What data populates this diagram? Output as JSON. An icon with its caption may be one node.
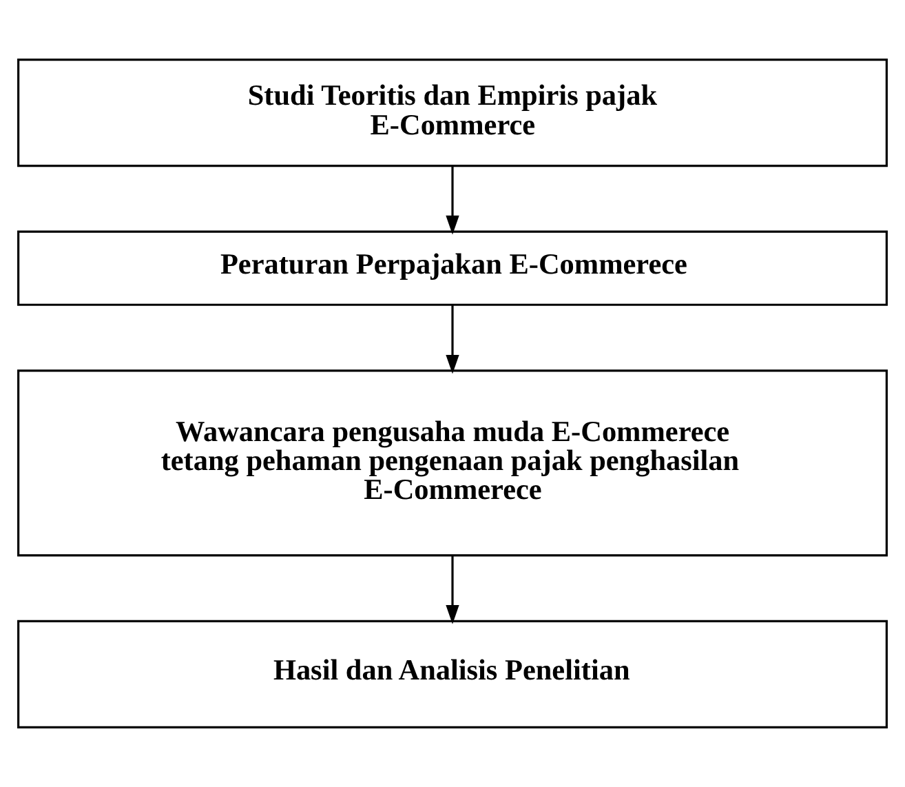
{
  "diagram": {
    "nodes": [
      {
        "text": [
          "Studi Teoritis dan Empiris pajak E-Commerce"
        ]
      },
      {
        "text": [
          "Peraturan Perpajakan E-Commerece"
        ]
      },
      {
        "text": [
          "Wawancara pengusaha muda E-Commerece tetang pehaman pengenaan pajak penghasilan E-Commerece"
        ]
      },
      {
        "text": [
          "Hasil dan Analisis Penelitian"
        ]
      }
    ],
    "edges": [
      {
        "from": 0,
        "to": 1,
        "arrow": "to"
      },
      {
        "from": 1,
        "to": 2,
        "arrow": "to"
      },
      {
        "from": 2,
        "to": 3,
        "arrow": "to"
      }
    ]
  }
}
